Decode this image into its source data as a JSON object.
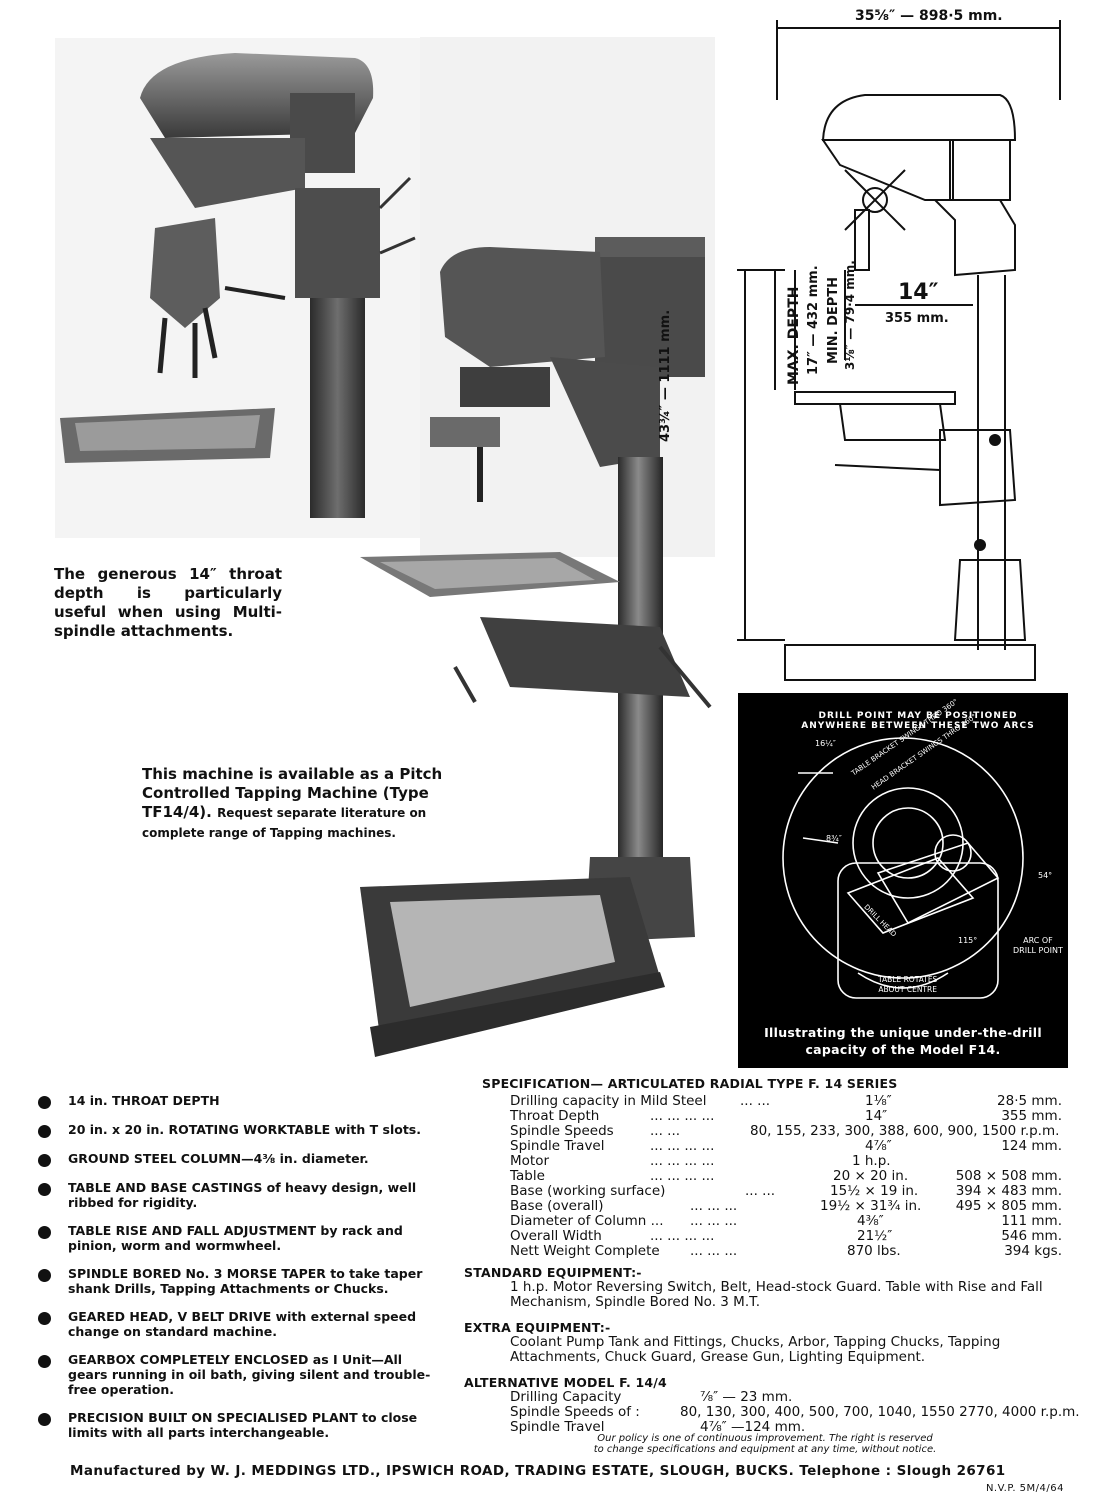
{
  "captions": {
    "throat": "The generous 14″ throat depth is particularly useful when using Multi-spindle attachments.",
    "tapping_bold": "This machine is available as a Pitch Controlled Tapping Machine (Type TF14/4).",
    "tapping_rest": "Request separate literature on complete range of Tapping machines."
  },
  "dimensions": {
    "width": "35⅝″ — 898·5 mm.",
    "throat": "14″",
    "throat_mm": "355 mm.",
    "height": "43¾″ — 1111 mm.",
    "max_depth": "MAX. DEPTH",
    "max_depth_val": "17″ — 432 mm.",
    "min_depth": "MIN. DEPTH",
    "min_depth_val": "3⅛″ — 79·4 mm."
  },
  "diagram": {
    "arc_text": "DRILL POINT MAY BE POSITIONED ANYWHERE BETWEEN THESE TWO ARCS",
    "label_16": "16¼″",
    "label_8": "8¾″",
    "label_54": "54°",
    "label_115": "115°",
    "table_bracket": "TABLE BRACKET SWINGS THRO 360°",
    "head_bracket": "HEAD BRACKET SWINGS THRO 360°",
    "drill_head": "DRILL HEAD",
    "arc_of_drill": "ARC OF",
    "arc_of_drill2": "DRILL POINT",
    "table_rotates": "TABLE ROTATES",
    "about_centre": "ABOUT CENTRE",
    "caption1": "Illustrating the unique under-the-drill",
    "caption2": "capacity of the Model F14."
  },
  "features": [
    {
      "bold": "14 in. THROAT DEPTH",
      "rest": ""
    },
    {
      "bold": "20 in. x 20 in. ROTATING WORKTABLE",
      "rest": " with T slots."
    },
    {
      "bold": "GROUND STEEL COLUMN—4⅜ in. diameter.",
      "rest": ""
    },
    {
      "bold": "TABLE AND BASE CASTINGS",
      "rest": " of heavy design, well ribbed for rigidity."
    },
    {
      "bold": "TABLE RISE AND FALL ADJUSTMENT",
      "rest": " by rack and pinion, worm and wormwheel."
    },
    {
      "bold": "SPINDLE BORED No. 3 MORSE TAPER",
      "rest": " to take taper shank Drills, Tapping Attachments or Chucks."
    },
    {
      "bold": "GEARED HEAD, V BELT DRIVE",
      "rest": " with external speed change on standard machine."
    },
    {
      "bold": "GEARBOX COMPLETELY ENCLOSED",
      "rest": " as I Unit—All gears running in oil bath, giving silent and trouble-free operation."
    },
    {
      "bold": "PRECISION BUILT ON SPECIALISED PLANT",
      "rest": " to close limits with all parts interchangeable."
    }
  ],
  "spec": {
    "heading": "SPECIFICATION— ARTICULATED RADIAL TYPE F. 14 SERIES",
    "rows": [
      {
        "label": "Drilling capacity in Mild Steel",
        "dots": "...      ...",
        "imp": "1⅛″",
        "met": "28·5 mm."
      },
      {
        "label": "Throat Depth",
        "dots": "...      ...      ...      ...",
        "imp": "14″",
        "met": "355 mm."
      },
      {
        "label": "Spindle Speeds",
        "dots": "...      ...",
        "imp": "80, 155, 233, 300, 388, 600, 900, 1500 r.p.m.",
        "met": ""
      },
      {
        "label": "Spindle Travel",
        "dots": "...      ...      ...      ...",
        "imp": "4⅞″",
        "met": "124 mm."
      },
      {
        "label": "Motor",
        "dots": "...      ...      ...      ...",
        "imp": "1 h.p.",
        "met": ""
      },
      {
        "label": "Table",
        "dots": "...      ...      ...      ...",
        "imp": "20 × 20 in.",
        "met": "508 × 508 mm."
      },
      {
        "label": "Base (working surface)",
        "dots": "...      ...",
        "imp": "15½ × 19 in.",
        "met": "394 × 483 mm."
      },
      {
        "label": "Base (overall)",
        "dots": "...      ...      ...",
        "imp": "19½ × 31¾ in.",
        "met": "495 × 805 mm."
      },
      {
        "label": "Diameter of Column ...",
        "dots": "...      ...      ...",
        "imp": "4⅜″",
        "met": "111 mm."
      },
      {
        "label": "Overall Width",
        "dots": "...      ...      ...      ...",
        "imp": "21½″",
        "met": "546 mm."
      },
      {
        "label": "Nett Weight Complete",
        "dots": "...      ...      ...",
        "imp": "870 lbs.",
        "met": "394 kgs."
      }
    ],
    "standard_heading": "STANDARD EQUIPMENT:-",
    "standard_text": "1 h.p. Motor Reversing Switch, Belt, Head-stock Guard.  Table with Rise and Fall Mechanism, Spindle Bored No. 3 M.T.",
    "extra_heading": "EXTRA EQUIPMENT:-",
    "extra_text": "Coolant Pump Tank and Fittings, Chucks, Arbor, Tapping Chucks, Tapping Attachments, Chuck Guard, Grease Gun, Lighting Equipment.",
    "alt_heading": "ALTERNATIVE MODEL F. 14/4",
    "alt_rows": [
      {
        "label": "Drilling Capacity",
        "val": "⅞″ — 23 mm."
      },
      {
        "label": "Spindle Speeds of :",
        "val": "80, 130, 300, 400, 500, 700, 1040, 1550 2770, 4000 r.p.m."
      },
      {
        "label": "Spindle Travel",
        "val": "4⅞″ —124 mm."
      }
    ]
  },
  "policy1": "Our policy is one of continuous improvement.  The right is reserved",
  "policy2": "to change specifications and equipment at any time, without notice.",
  "footer": "Manufactured by W. J. MEDDINGS LTD., IPSWICH ROAD, TRADING ESTATE, SLOUGH, BUCKS.  Telephone : Slough 26761",
  "ref": "N.V.P. 5M/4/64"
}
